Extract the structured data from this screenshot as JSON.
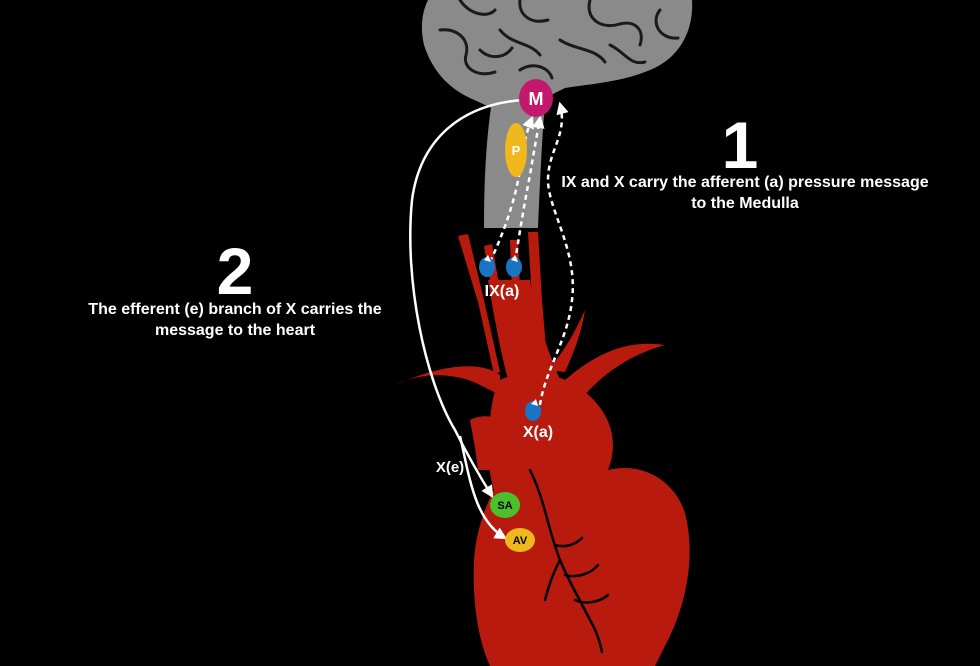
{
  "step1": {
    "number": "1",
    "text": "IX and X carry the afferent (a) pressure message to the Medulla"
  },
  "step2": {
    "number": "2",
    "text": "The efferent (e) branch of X carries the message to the heart"
  },
  "labels": {
    "medulla": "M",
    "pons": "P",
    "ix_afferent": "IX(a)",
    "x_afferent": "X(a)",
    "x_efferent": "X(e)",
    "sa_node": "SA",
    "av_node": "AV"
  },
  "colors": {
    "background": "#000000",
    "brain": "#8a8a8a",
    "brain_outline": "#1a1a1a",
    "heart": "#b81a0e",
    "medulla_node": "#c2186e",
    "pons_node": "#f0b81c",
    "sa_node": "#4cc02a",
    "av_node": "#f0b81c",
    "receptor": "#1a74c4",
    "pathway": "#ffffff"
  }
}
